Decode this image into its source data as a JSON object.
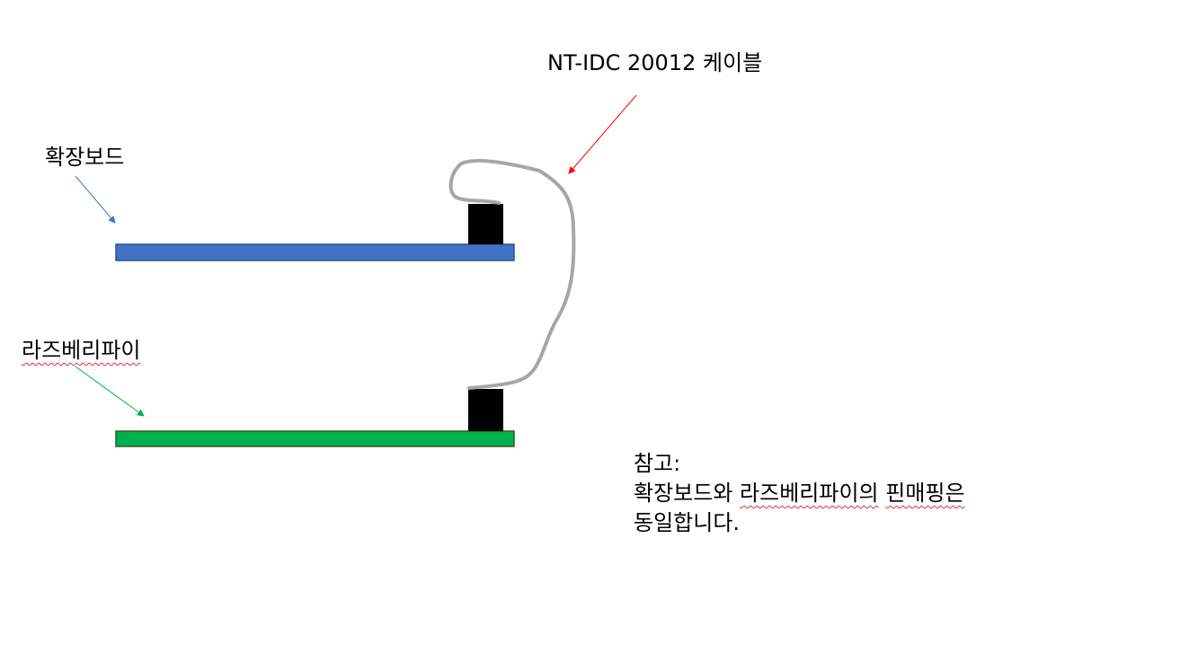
{
  "labels": {
    "cable": "NT-IDC 20012 케이블",
    "expansion_board": "확장보드",
    "raspberry_pi": "라즈베리파이"
  },
  "note": {
    "title": "참고:",
    "line1_a": "확장보드와",
    "line1_b": "라즈베리파이의",
    "line1_c": "핀매핑은",
    "line2": "동일합니다."
  },
  "colors": {
    "expansion_board": "#4472c4",
    "raspberry_pi": "#00b050",
    "header": "#000000",
    "cable": "#a6a6a6",
    "cable_arrow": "#ff0000"
  }
}
